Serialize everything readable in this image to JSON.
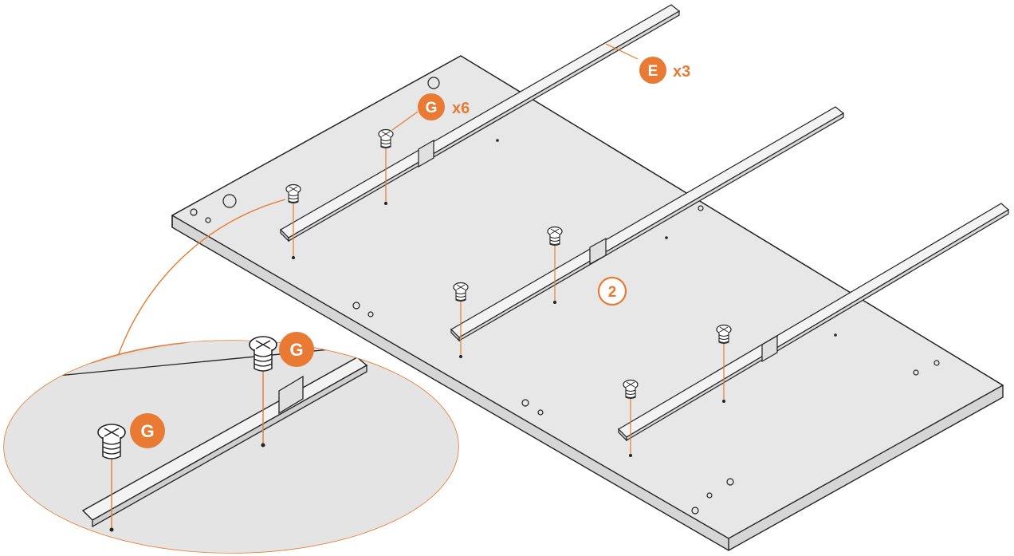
{
  "labels": {
    "part_e": "E",
    "part_e_qty": "x3",
    "part_g": "G",
    "part_g_qty": "x6",
    "step": "2",
    "detail_g_upper": "G",
    "detail_g_lower": "G"
  },
  "colors": {
    "accent": "#e87a34",
    "panel_top": "#e7e7e7",
    "panel_edge": "#d4d4d4",
    "outline": "#222222",
    "callout_fill": "#e0e0e0"
  },
  "icons": [
    "drawer-rail",
    "cam-dowel-screw",
    "pilot-hole",
    "callout-circle"
  ]
}
